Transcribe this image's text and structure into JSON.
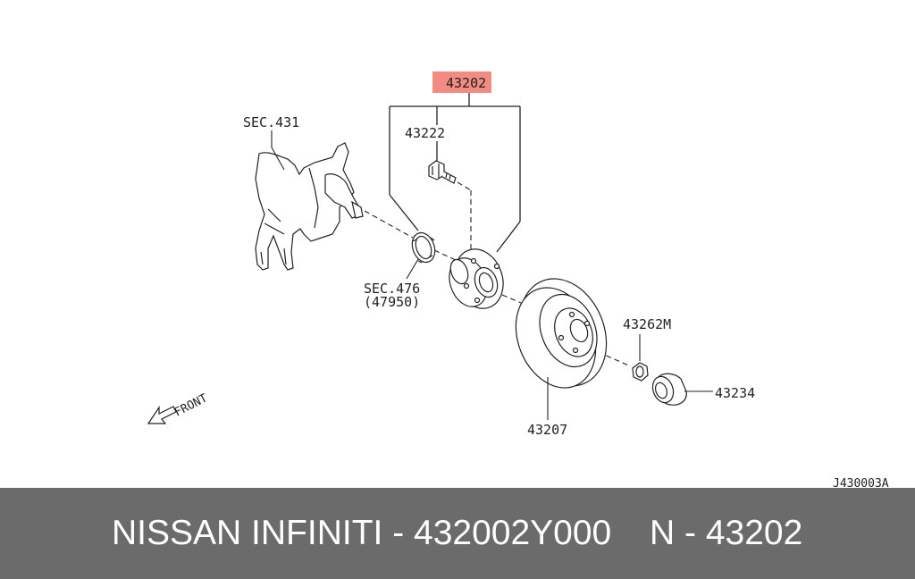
{
  "diagram": {
    "highlight_color": "#f28b82",
    "labels": {
      "assembly": "43202",
      "bolt": "43222",
      "knuckle_ref": "SEC.431",
      "sensor_ref": "SEC.476",
      "sensor_part": "(47950)",
      "nut": "43262M",
      "cap": "43234",
      "rotor": "43207",
      "front": "FRONT",
      "drawing_code": "J430003A"
    }
  },
  "footer": {
    "brand_part": "NISSAN INFINITI - 432002Y000",
    "catalog_code": "N - 43202",
    "background": "#6b6b6b"
  }
}
